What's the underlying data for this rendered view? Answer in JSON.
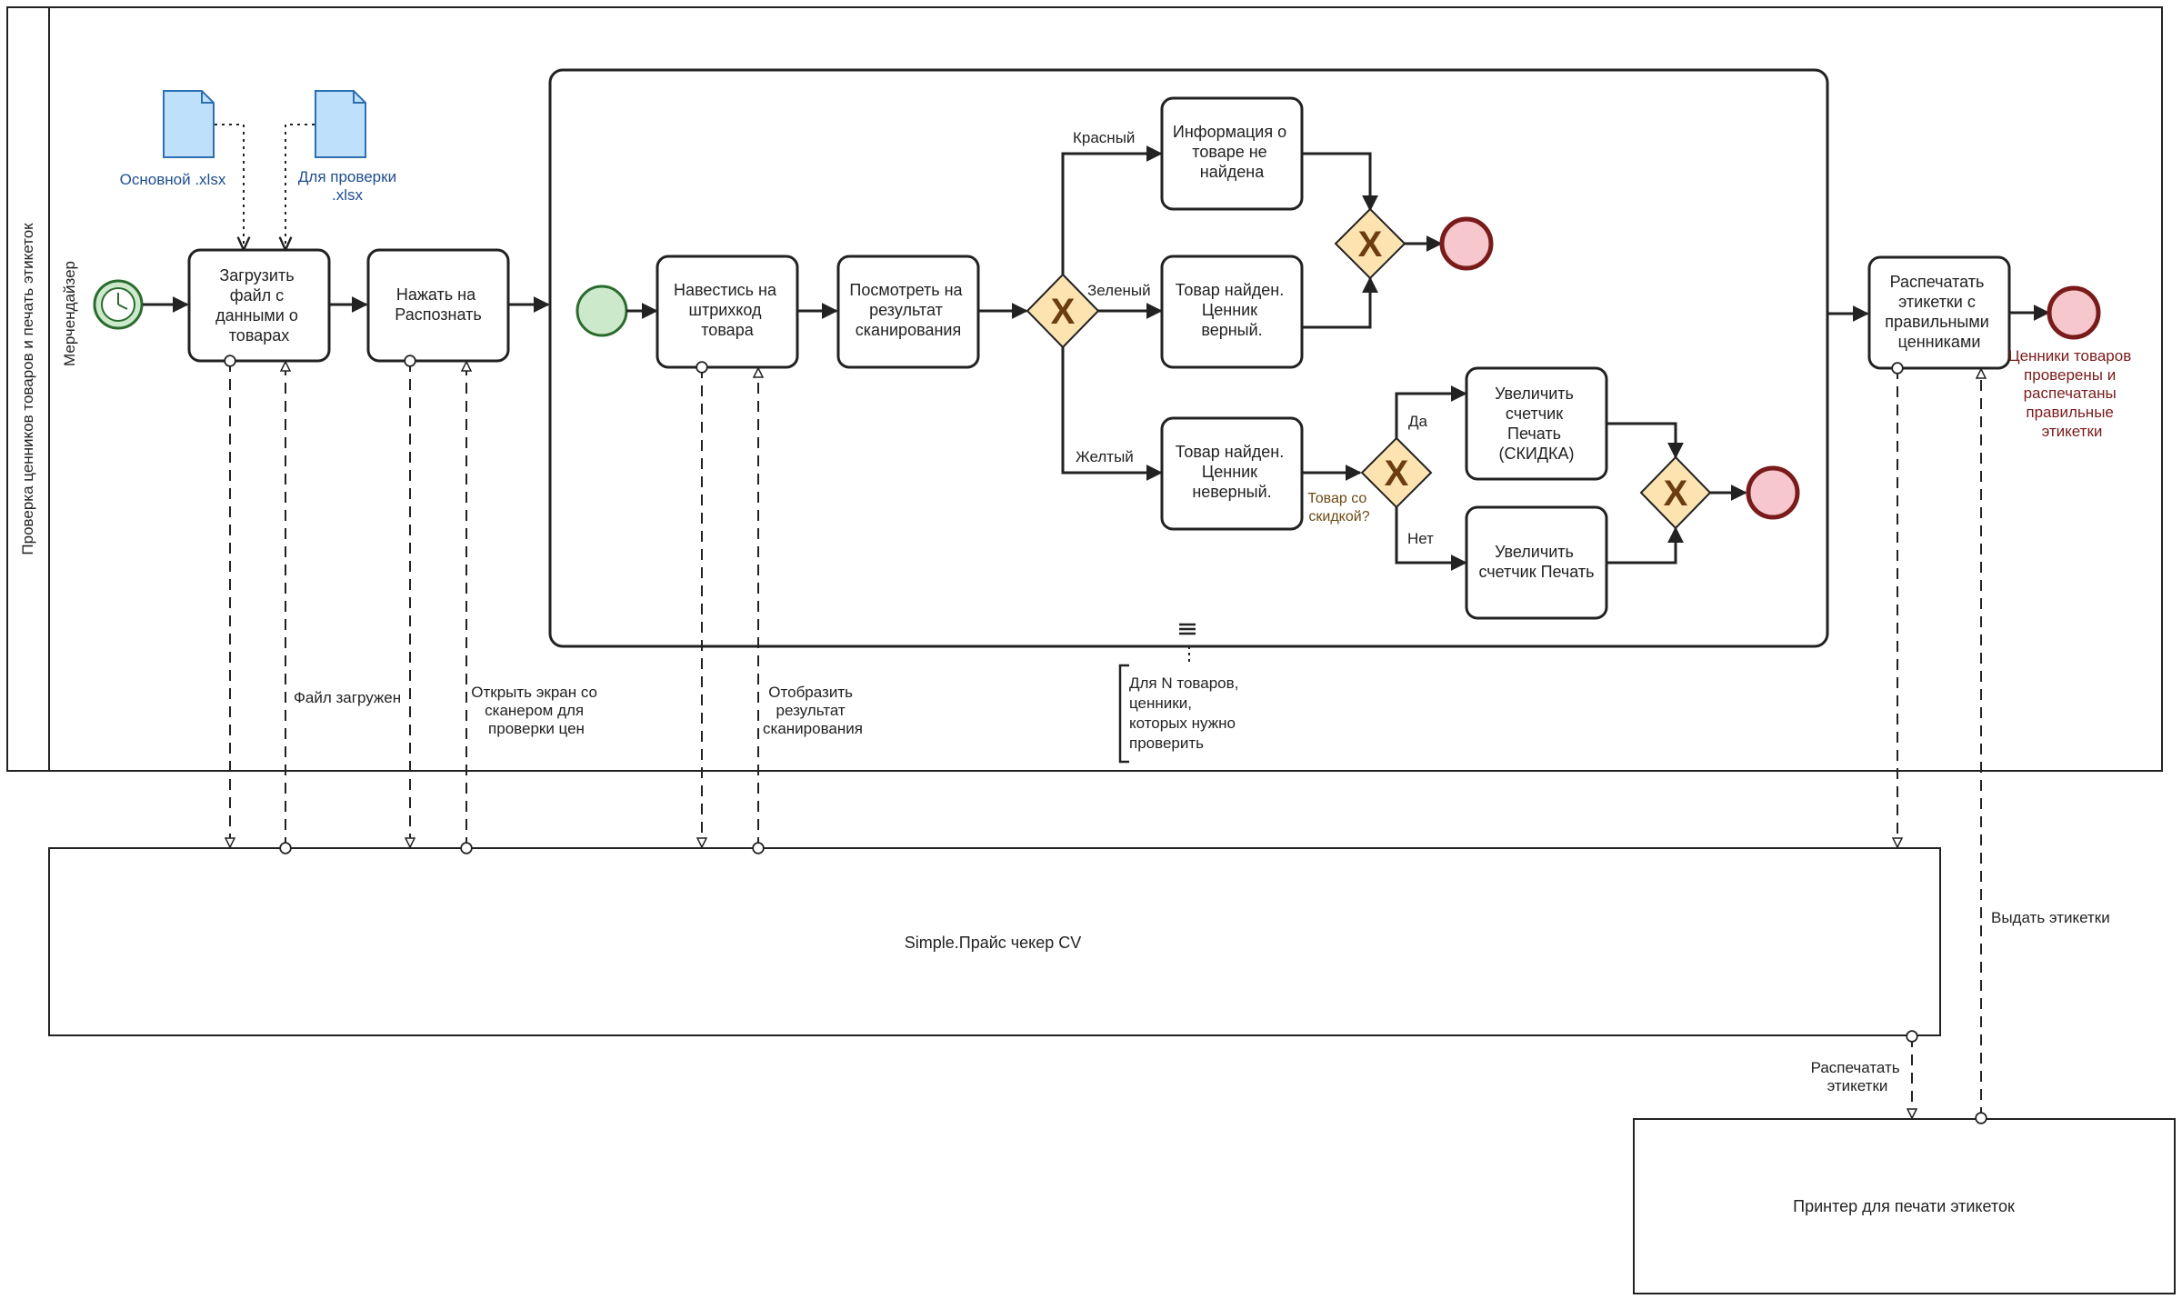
{
  "pool": {
    "title": "Проверка ценников товаров и печать этикеток",
    "lane": "Мерчендайзер"
  },
  "data_objects": {
    "main": "Основной .xlsx",
    "check_line1": "Для проверки",
    "check_line2": ".xlsx"
  },
  "tasks": {
    "upload": [
      "Загрузить",
      "файл с",
      "данными о",
      "товарах"
    ],
    "recognize": [
      "Нажать на",
      "Распознать"
    ],
    "scan": [
      "Навестись на",
      "штрихкод",
      "товара"
    ],
    "view": [
      "Посмотреть на",
      "результат",
      "сканирования"
    ],
    "not_found": [
      "Информация о",
      "товаре не",
      "найдена"
    ],
    "found_ok": [
      "Товар найден.",
      "Ценник",
      "верный."
    ],
    "found_bad": [
      "Товар найден.",
      "Ценник",
      "неверный."
    ],
    "inc_discount": [
      "Увеличить",
      "счетчик",
      "Печать",
      "(СКИДКА)"
    ],
    "inc_print": [
      "Увеличить",
      "счетчик Печать"
    ],
    "print_labels": [
      "Распечатать",
      "этикетки с",
      "правильными",
      "ценниками"
    ]
  },
  "flows": {
    "red": "Красный",
    "green": "Зеленый",
    "yellow": "Желтый",
    "yes": "Да",
    "no": "Нет"
  },
  "gateway_question": [
    "Товар со",
    "скидкой?"
  ],
  "end_event": [
    "Ценники товаров",
    "проверены и",
    "распечатаны",
    "правильные",
    "этикетки"
  ],
  "loop_annotation": [
    "Для N товаров,",
    "ценники,",
    "которых нужно",
    "проверить"
  ],
  "messages": {
    "file_uploaded": "Файл загружен",
    "open_scanner": [
      "Открыть экран со",
      "сканером для",
      "проверки цен"
    ],
    "show_result": [
      "Отобразить",
      "результат",
      "сканирования"
    ],
    "issue_labels": "Выдать этикетки",
    "print_labels": [
      "Распечатать",
      "этикетки"
    ]
  },
  "systems": {
    "app": "Simple.Прайс чекер CV",
    "printer": "Принтер для печати этикеток"
  }
}
